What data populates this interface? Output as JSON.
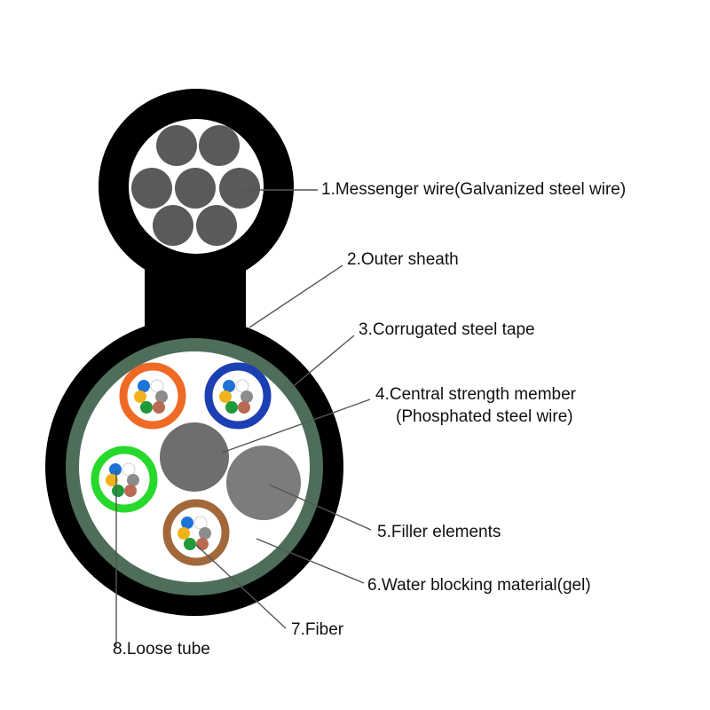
{
  "labels": {
    "messenger_wire": "1.Messenger wire(Galvanized steel wire)",
    "outer_sheath": "2.Outer sheath",
    "corrugated_steel_tape": "3.Corrugated steel tape",
    "central_strength_member": "4.Central strength member",
    "central_strength_member_sub": "(Phosphated steel wire)",
    "filler_elements": "5.Filler elements",
    "water_blocking": "6.Water blocking material(gel)",
    "fiber": "7.Fiber",
    "loose_tube": "8.Loose tube"
  },
  "colors": {
    "sheath": "#000000",
    "steel_wire": "#5a5a5a",
    "steel_tape": "#4e6e5a",
    "gel": "#ffffff",
    "strength_member": "#6e6e6e",
    "filler": "#7c7c7c",
    "tube_orange": "#ef6a25",
    "tube_blue": "#1c3fb4",
    "tube_green": "#27d92c",
    "tube_brown": "#a2683a",
    "fiber_colors": [
      "#1e73d8",
      "#ffffff",
      "#f2b21c",
      "#8c8c8c",
      "#1f9a3a",
      "#b86a52"
    ],
    "leader_line": "#555555"
  }
}
